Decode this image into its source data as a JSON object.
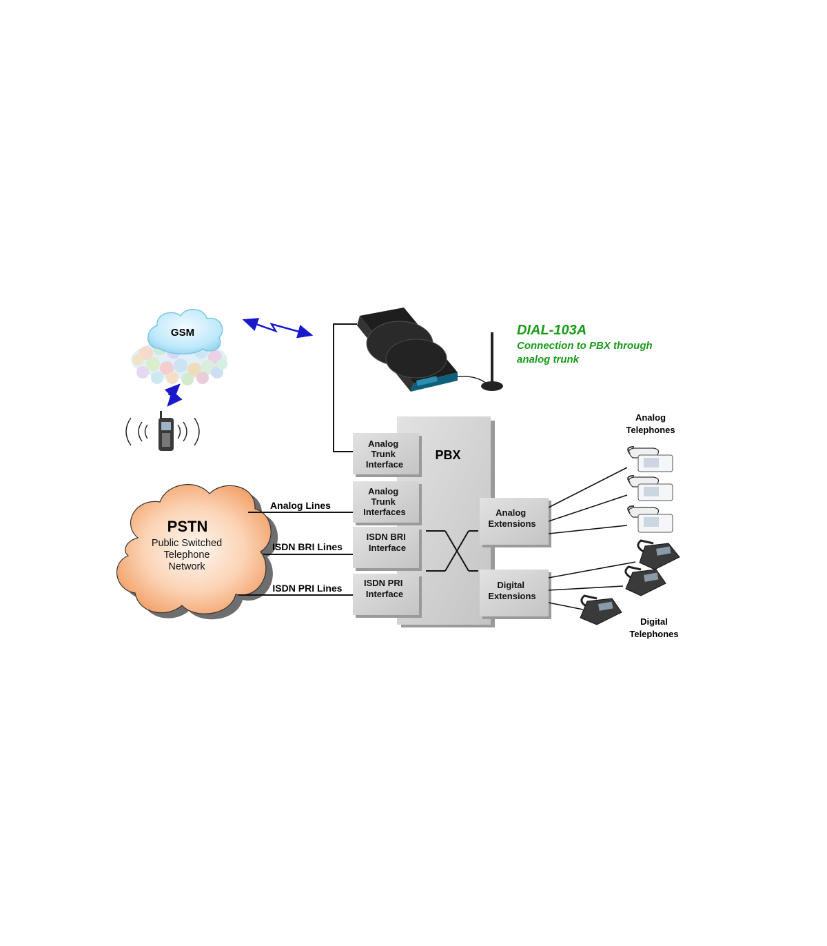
{
  "product": {
    "name": "DIAL-103A",
    "subtitle_line1": "Connection to PBX through",
    "subtitle_line2": "analog trunk"
  },
  "gsm": {
    "label": "GSM"
  },
  "pstn": {
    "title": "PSTN",
    "line1": "Public Switched",
    "line2": "Telephone",
    "line3": "Network"
  },
  "pbx": {
    "label": "PBX"
  },
  "interfaces": {
    "analog_trunk_interface": [
      "Analog",
      "Trunk",
      "Interface"
    ],
    "analog_trunk_interfaces": [
      "Analog",
      "Trunk",
      "Interfaces"
    ],
    "isdn_bri": [
      "ISDN BRI",
      "Interface"
    ],
    "isdn_pri": [
      "ISDN PRI",
      "Interface"
    ],
    "analog_extensions": [
      "Analog",
      "Extensions"
    ],
    "digital_extensions": [
      "Digital",
      "Extensions"
    ]
  },
  "lines": {
    "analog": "Analog Lines",
    "isdn_bri": "ISDN BRI Lines",
    "isdn_pri": "ISDN PRI Lines"
  },
  "telephones": {
    "analog_line1": "Analog",
    "analog_line2": "Telephones",
    "digital_line1": "Digital",
    "digital_line2": "Telephones"
  },
  "colors": {
    "product_green": "#1a9a1a",
    "box_gray": "#d0d0d0",
    "arrow_blue": "#1a1acc",
    "pstn_orange": "#f6a06a",
    "gsm_cloud": "#c8ecfa"
  }
}
